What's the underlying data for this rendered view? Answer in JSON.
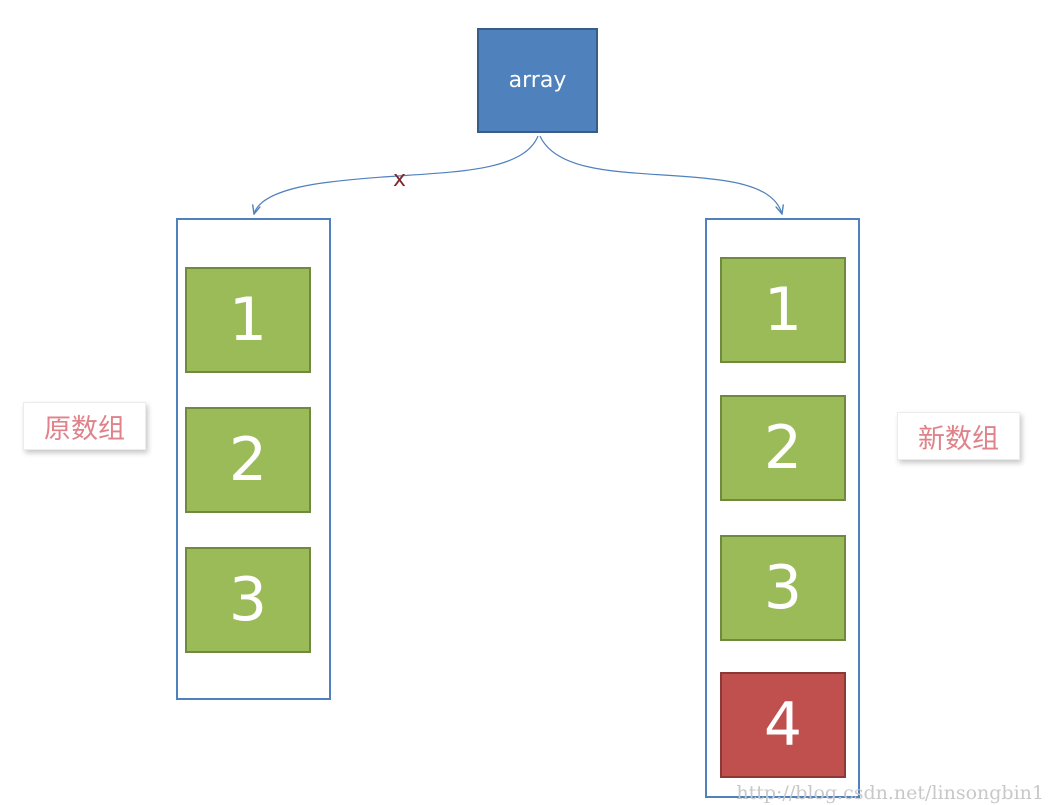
{
  "array_node": {
    "label": "array"
  },
  "link_to_original": {
    "mark": "x"
  },
  "original_array": {
    "label": "原数组",
    "cells": [
      "1",
      "2",
      "3"
    ]
  },
  "new_array": {
    "label": "新数组",
    "cells": [
      "1",
      "2",
      "3",
      "4"
    ]
  },
  "watermark": "http://blog.csdn.net/linsongbin1",
  "colors": {
    "array_node": "#4f81bd",
    "existing_element": "#9bbb59",
    "added_element": "#c0504d",
    "label_text": "#e0828a",
    "connector": "#4f81bd"
  }
}
